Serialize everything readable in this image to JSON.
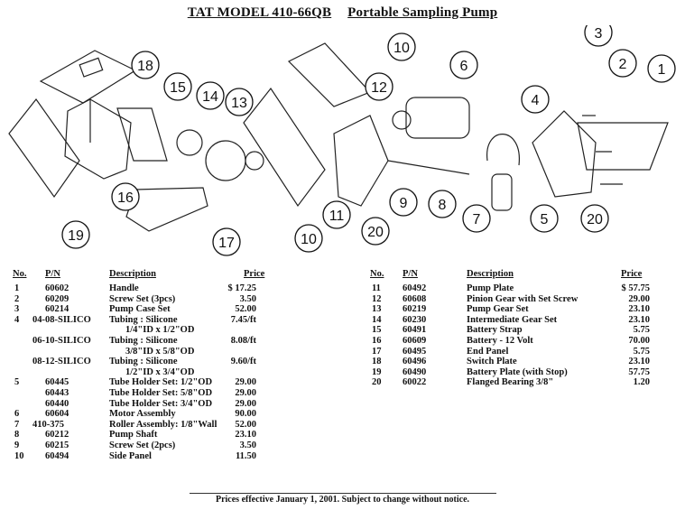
{
  "title": {
    "model": "TAT MODEL 410-66QB",
    "product": "Portable Sampling Pump"
  },
  "callouts": [
    "1",
    "2",
    "3",
    "4",
    "5",
    "6",
    "10",
    "12",
    "13",
    "14",
    "15",
    "16",
    "17",
    "18",
    "19",
    "20",
    "11",
    "9",
    "8",
    "7",
    "10",
    "20"
  ],
  "headers": {
    "no": "No.",
    "pn": "P/N",
    "description": "Description",
    "price": "Price"
  },
  "left_rows": [
    {
      "no": "1",
      "pn": "60602",
      "desc": "Handle",
      "price": "$ 17.25"
    },
    {
      "no": "2",
      "pn": "60209",
      "desc": "Screw Set   (3pcs)",
      "price": "3.50"
    },
    {
      "no": "3",
      "pn": "60214",
      "desc": "Pump Case Set",
      "price": "52.00"
    },
    {
      "no": "4",
      "pn": "04-08-SILICO",
      "desc": "Tubing : Silicone",
      "price": "7.45/ft"
    },
    {
      "no": "",
      "pn": "",
      "desc": "1/4\"ID x 1/2\"OD",
      "price": ""
    },
    {
      "no": "",
      "pn": "06-10-SILICO",
      "desc": "Tubing : Silicone",
      "price": "8.08/ft"
    },
    {
      "no": "",
      "pn": "",
      "desc": "3/8\"ID x 5/8\"OD",
      "price": ""
    },
    {
      "no": "",
      "pn": "08-12-SILICO",
      "desc": "Tubing : Silicone",
      "price": "9.60/ft"
    },
    {
      "no": "",
      "pn": "",
      "desc": "1/2\"ID x 3/4\"OD",
      "price": ""
    },
    {
      "no": "5",
      "pn": "60445",
      "desc": "Tube Holder Set: 1/2\"OD",
      "price": "29.00"
    },
    {
      "no": "",
      "pn": "60443",
      "desc": "Tube Holder Set: 5/8\"OD",
      "price": "29.00"
    },
    {
      "no": "",
      "pn": "60440",
      "desc": "Tube Holder Set: 3/4\"OD",
      "price": "29.00"
    },
    {
      "no": "6",
      "pn": "60604",
      "desc": "Motor Assembly",
      "price": "90.00"
    },
    {
      "no": "7",
      "pn": "410-375",
      "desc": "Roller Assembly: 1/8\"Wall",
      "price": "52.00"
    },
    {
      "no": "8",
      "pn": "60212",
      "desc": "Pump Shaft",
      "price": "23.10"
    },
    {
      "no": "9",
      "pn": "60215",
      "desc": "Screw Set   (2pcs)",
      "price": "3.50"
    },
    {
      "no": "10",
      "pn": "60494",
      "desc": "Side Panel",
      "price": "11.50"
    }
  ],
  "right_rows": [
    {
      "no": "11",
      "pn": "60492",
      "desc": "Pump Plate",
      "price": "$ 57.75"
    },
    {
      "no": "12",
      "pn": "60608",
      "desc": "Pinion Gear with Set Screw",
      "price": "29.00"
    },
    {
      "no": "13",
      "pn": "60219",
      "desc": "Pump Gear Set",
      "price": "23.10"
    },
    {
      "no": "14",
      "pn": "60230",
      "desc": "Intermediate Gear Set",
      "price": "23.10"
    },
    {
      "no": "15",
      "pn": "60491",
      "desc": "Battery Strap",
      "price": "5.75"
    },
    {
      "no": "16",
      "pn": "60609",
      "desc": "Battery - 12 Volt",
      "price": "70.00"
    },
    {
      "no": "17",
      "pn": "60495",
      "desc": "End Panel",
      "price": "5.75"
    },
    {
      "no": "18",
      "pn": "60496",
      "desc": "Switch Plate",
      "price": "23.10"
    },
    {
      "no": "19",
      "pn": "60490",
      "desc": "Battery Plate (with Stop)",
      "price": "57.75"
    },
    {
      "no": "20",
      "pn": "60022",
      "desc": "Flanged Bearing  3/8\"",
      "price": "1.20"
    }
  ],
  "footer": "Prices effective January 1, 2001.  Subject to change without notice."
}
